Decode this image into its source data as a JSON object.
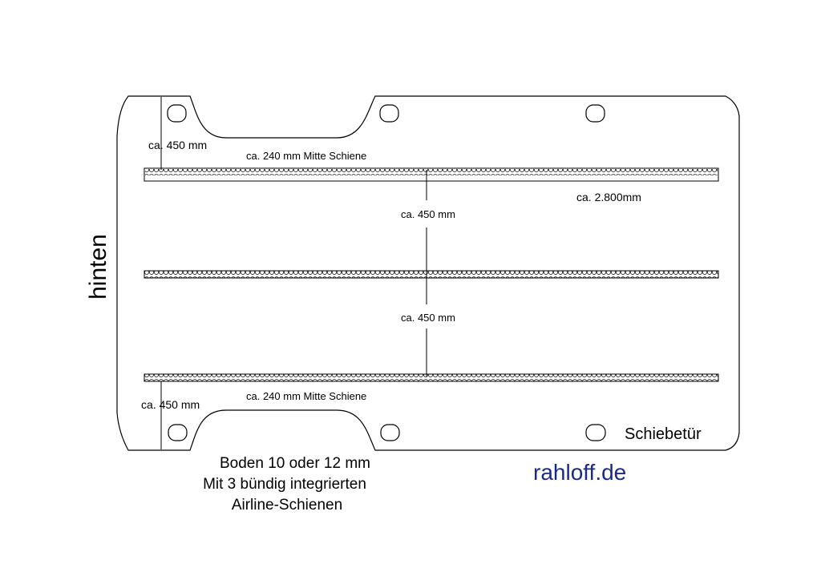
{
  "labels": {
    "top_left_dim": "ca. 450 mm",
    "top_rail_center": "ca. 240 mm Mitte Schiene",
    "length": "ca. 2.800mm",
    "spacing_upper": "ca. 450 mm",
    "spacing_lower": "ca. 450 mm",
    "bottom_left_dim": "ca. 450 mm",
    "bottom_rail_center": "ca. 240 mm Mitte Schiene",
    "side_left": "hinten",
    "side_right": "Schiebetür"
  },
  "caption": {
    "line1": "Boden 10 oder 12 mm",
    "line2": "Mit 3 bündig integrierten",
    "line3": "Airline-Schienen"
  },
  "brand": "rahloff.de",
  "colors": {
    "line": "#000000",
    "brand": "#1a2a8c"
  },
  "rails": {
    "count": 3
  }
}
